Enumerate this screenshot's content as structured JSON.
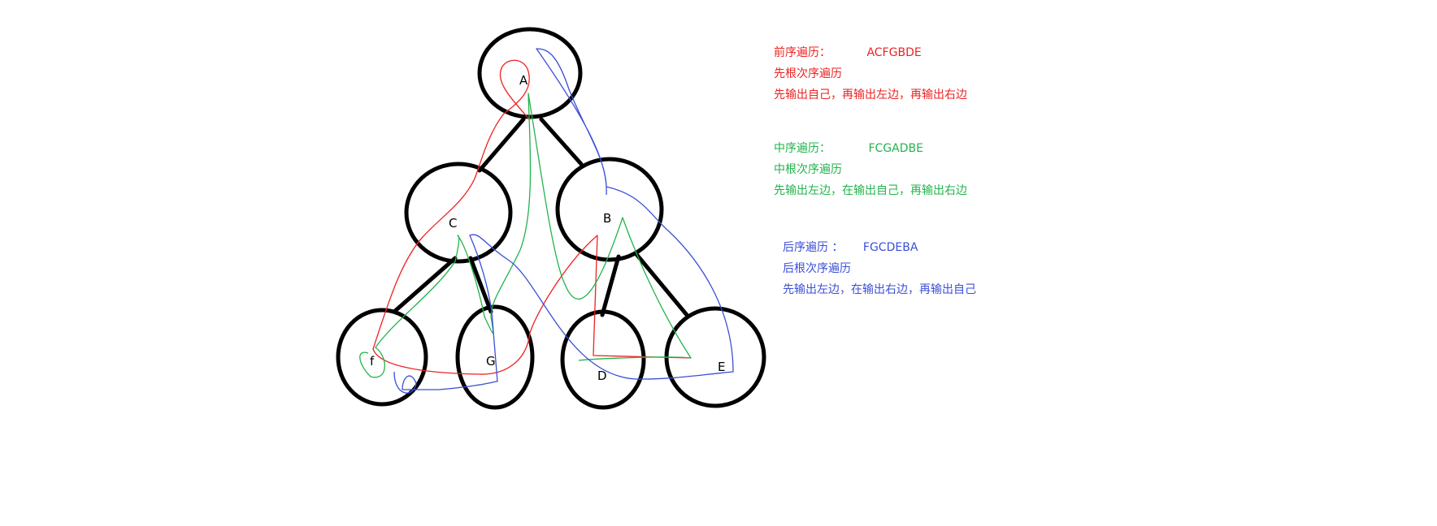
{
  "colors": {
    "preorder": "#ee2222",
    "inorder": "#22b34c",
    "postorder": "#3a4fd6",
    "node_stroke": "#000000"
  },
  "nodes": {
    "a": "A",
    "b": "B",
    "c": "C",
    "d": "D",
    "e": "E",
    "f": "f",
    "g": "G"
  },
  "notes": {
    "preorder": {
      "title": "前序遍历：",
      "sequence": "ACFGBDE",
      "name": "先根次序遍历",
      "rule": "先输出自己，再输出左边，再输出右边"
    },
    "inorder": {
      "title": "中序遍历：",
      "sequence": "FCGADBE",
      "name": "中根次序遍历",
      "rule": "先输出左边，在输出自己，再输出右边"
    },
    "postorder": {
      "title": "后序遍历 ：",
      "sequence": "FGCDEBA",
      "name": "后根次序遍历",
      "rule": "先输出左边，在输出右边，再输出自己"
    }
  }
}
